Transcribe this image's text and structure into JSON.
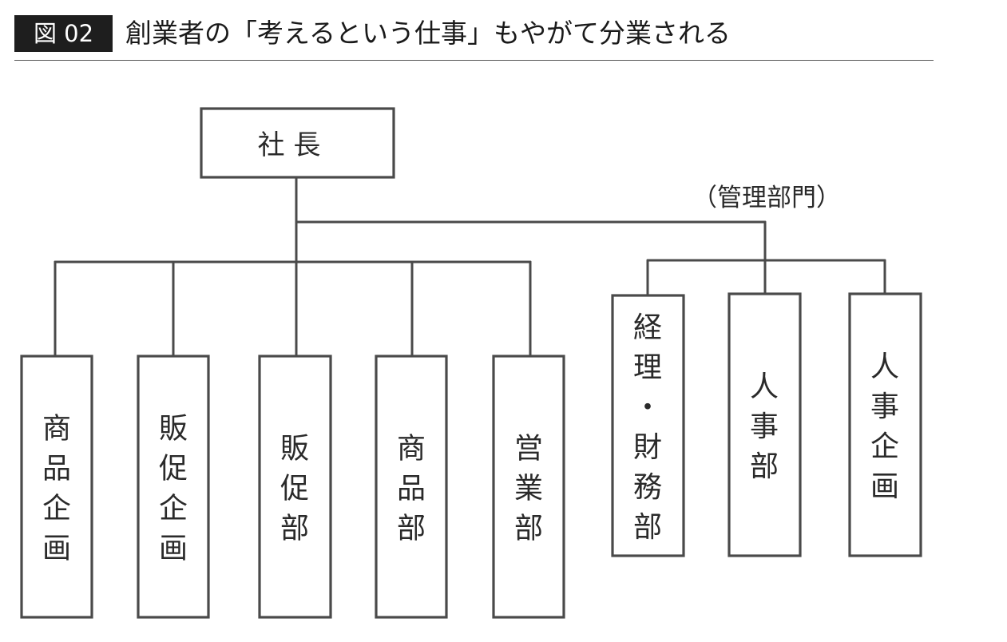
{
  "header": {
    "label": "図 02",
    "title": "創業者の「考えるという仕事」もやがて分業される"
  },
  "diagram": {
    "root": {
      "label": "社 長"
    },
    "group_label": "（管理部門）",
    "departments": [
      {
        "label": "商品企画"
      },
      {
        "label": "販促企画"
      },
      {
        "label": "販促部"
      },
      {
        "label": "商品部"
      },
      {
        "label": "営業部"
      }
    ],
    "admin_departments": [
      {
        "label": "経理・財務部"
      },
      {
        "label": "人事部"
      },
      {
        "label": "人事企画"
      }
    ]
  }
}
